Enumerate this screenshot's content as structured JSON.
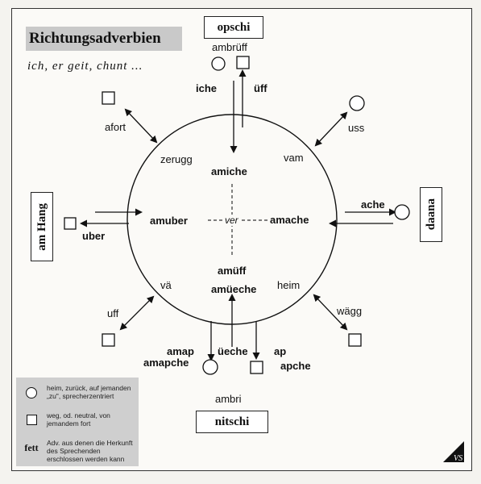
{
  "title": "Richtungsadverbien",
  "subtitle": "ich,  er  geit,  chunt  ...",
  "boxes": {
    "top": "opschi",
    "bottom": "nitschi",
    "left": "am Hang",
    "right": "daana"
  },
  "inner": {
    "top_bold": "amiche",
    "left_bold": "amuber",
    "right_bold": "amache",
    "bottom_bold1": "amüff",
    "bottom_bold2": "amüeche",
    "center": "ver",
    "nw": "zerugg",
    "ne": "vam",
    "sw": "vä",
    "se": "heim"
  },
  "outer": {
    "ambruff": "ambrüff",
    "iche": "iche",
    "uff_top": "üff",
    "afort": "afort",
    "uss": "uss",
    "ache": "ache",
    "uber": "uber",
    "uff": "uff",
    "wagg": "wägg",
    "amap": "amap",
    "amapche": "amapche",
    "ueche": "üeche",
    "ap": "ap",
    "apche": "apche",
    "ambri": "ambri"
  },
  "legend": {
    "circle_text": "heim, zurück, auf jemanden „zu\", sprecherzentriert",
    "square_text": "weg, od. neutral, von jemandem fort",
    "fett_label": "fett",
    "fett_text": "Adv. aus denen die Herkunft des Sprechenden erschlossen werden kann"
  },
  "corner_mark": "VS"
}
